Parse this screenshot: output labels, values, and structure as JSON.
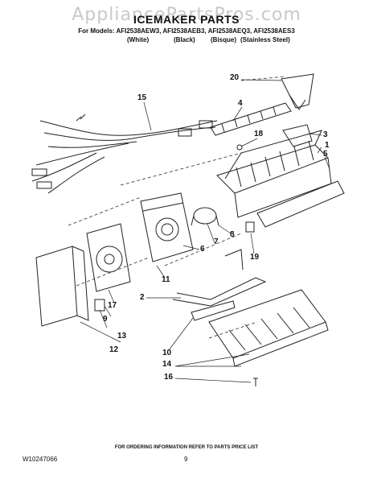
{
  "watermark": "AppliancePartsPros.com",
  "title": "ICEMAKER PARTS",
  "models_line": "For Models: AFI2538AEW3, AFI2538AEB3, AFI2538AEQ3, AFI2538AES3",
  "color_labels": [
    "(White)",
    "(Black)",
    "(Bisque)",
    "(Stainless Steel)"
  ],
  "callouts": [
    "20",
    "4",
    "15",
    "18",
    "3",
    "1",
    "5",
    "7",
    "8",
    "6",
    "19",
    "11",
    "2",
    "17",
    "9",
    "13",
    "12",
    "10",
    "14",
    "16"
  ],
  "footer": "FOR ORDERING INFORMATION REFER TO PARTS PRICE LIST",
  "doc_number": "W10247066",
  "page_number": "9"
}
